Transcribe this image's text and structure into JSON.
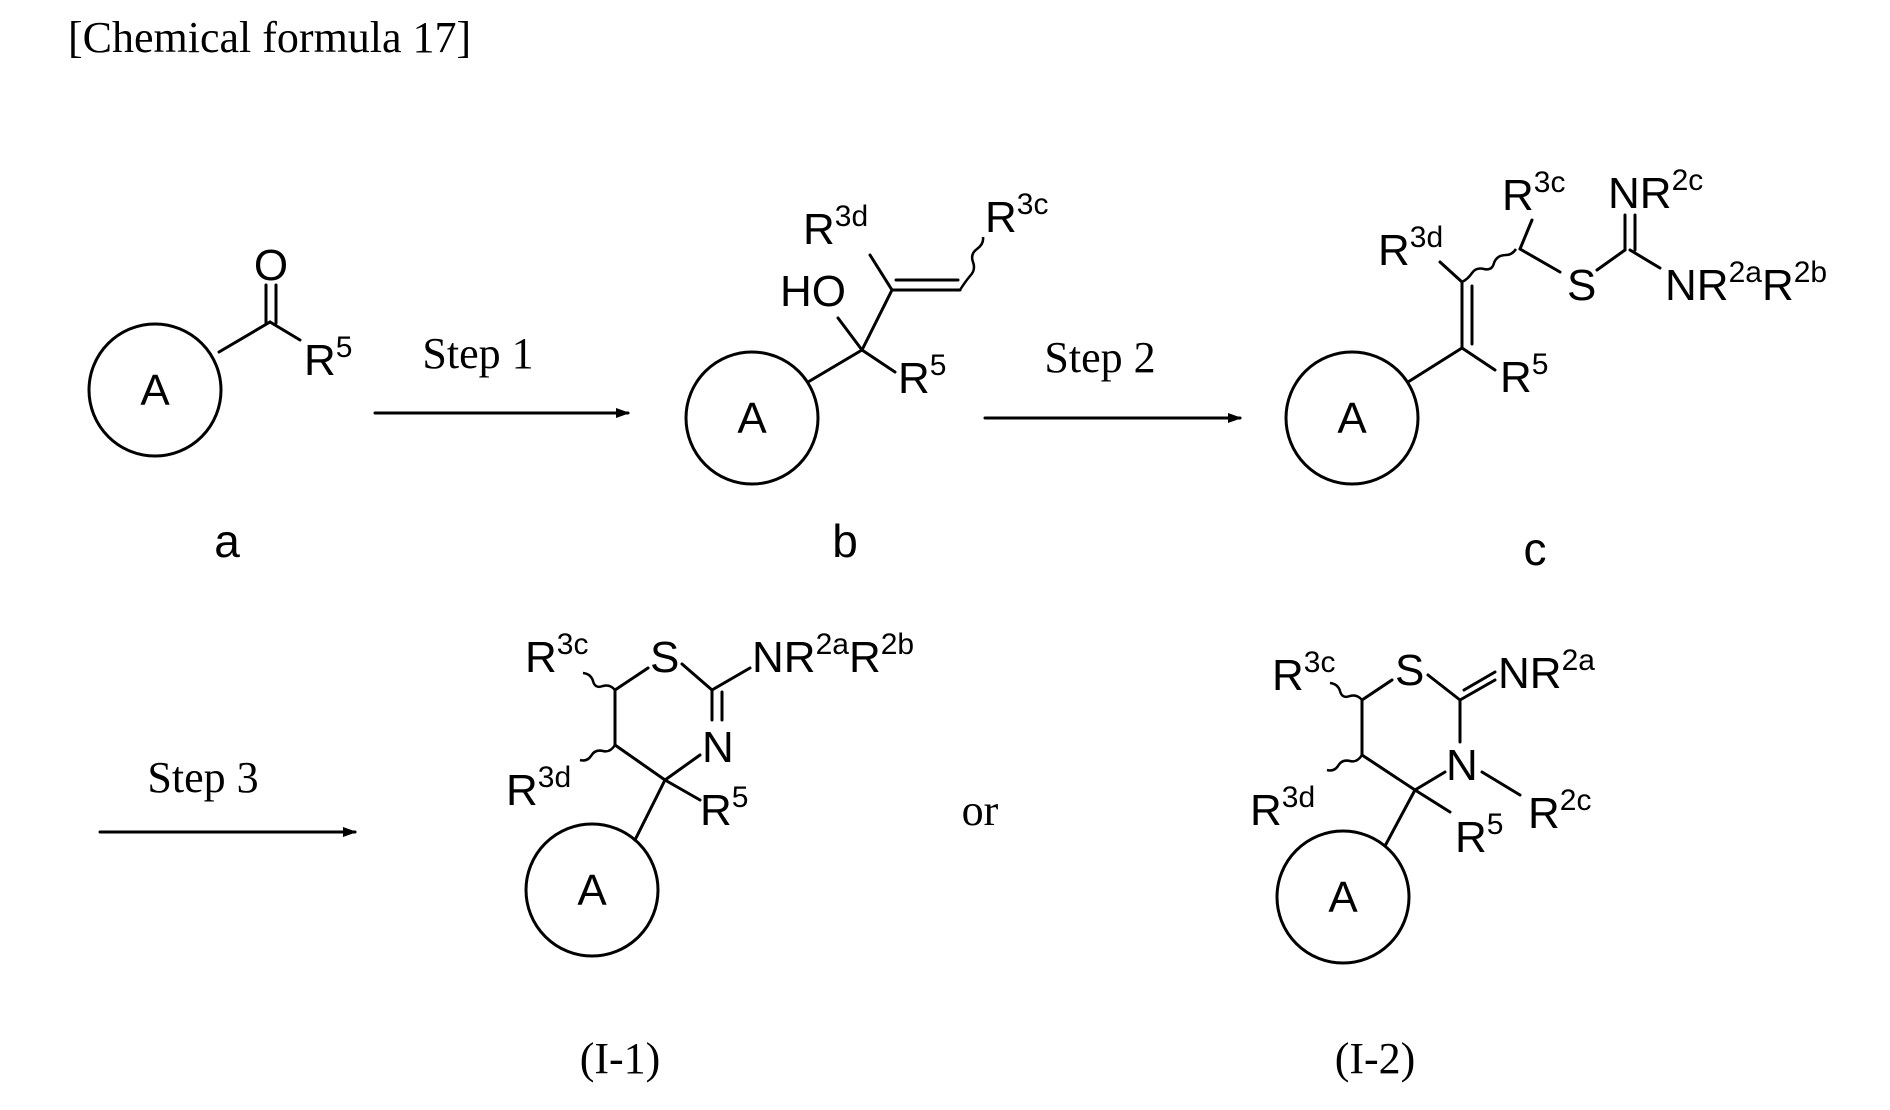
{
  "heading": "[Chemical formula 17]",
  "ring_label": "A",
  "steps": {
    "step1": "Step 1",
    "step2": "Step 2",
    "step3": "Step 3"
  },
  "connector": "or",
  "compounds": {
    "a": "a",
    "b": "b",
    "c": "c",
    "i1": "(I-1)",
    "i2": "(I-2)"
  },
  "atoms": {
    "O": "O",
    "HO": "HO",
    "S": "S",
    "N": "N",
    "R": "R",
    "NR": "NR",
    "R5": "R",
    "R5_sup": "5",
    "R3c": "R",
    "R3c_sup": "3c",
    "R3d": "R",
    "R3d_sup": "3d",
    "NR2c": "NR",
    "NR2c_sup": "2c",
    "NR2a": "NR",
    "NR2a_sup": "2a",
    "R2b": "R",
    "R2b_sup": "2b",
    "R2c": "R",
    "R2c_sup": "2c"
  }
}
